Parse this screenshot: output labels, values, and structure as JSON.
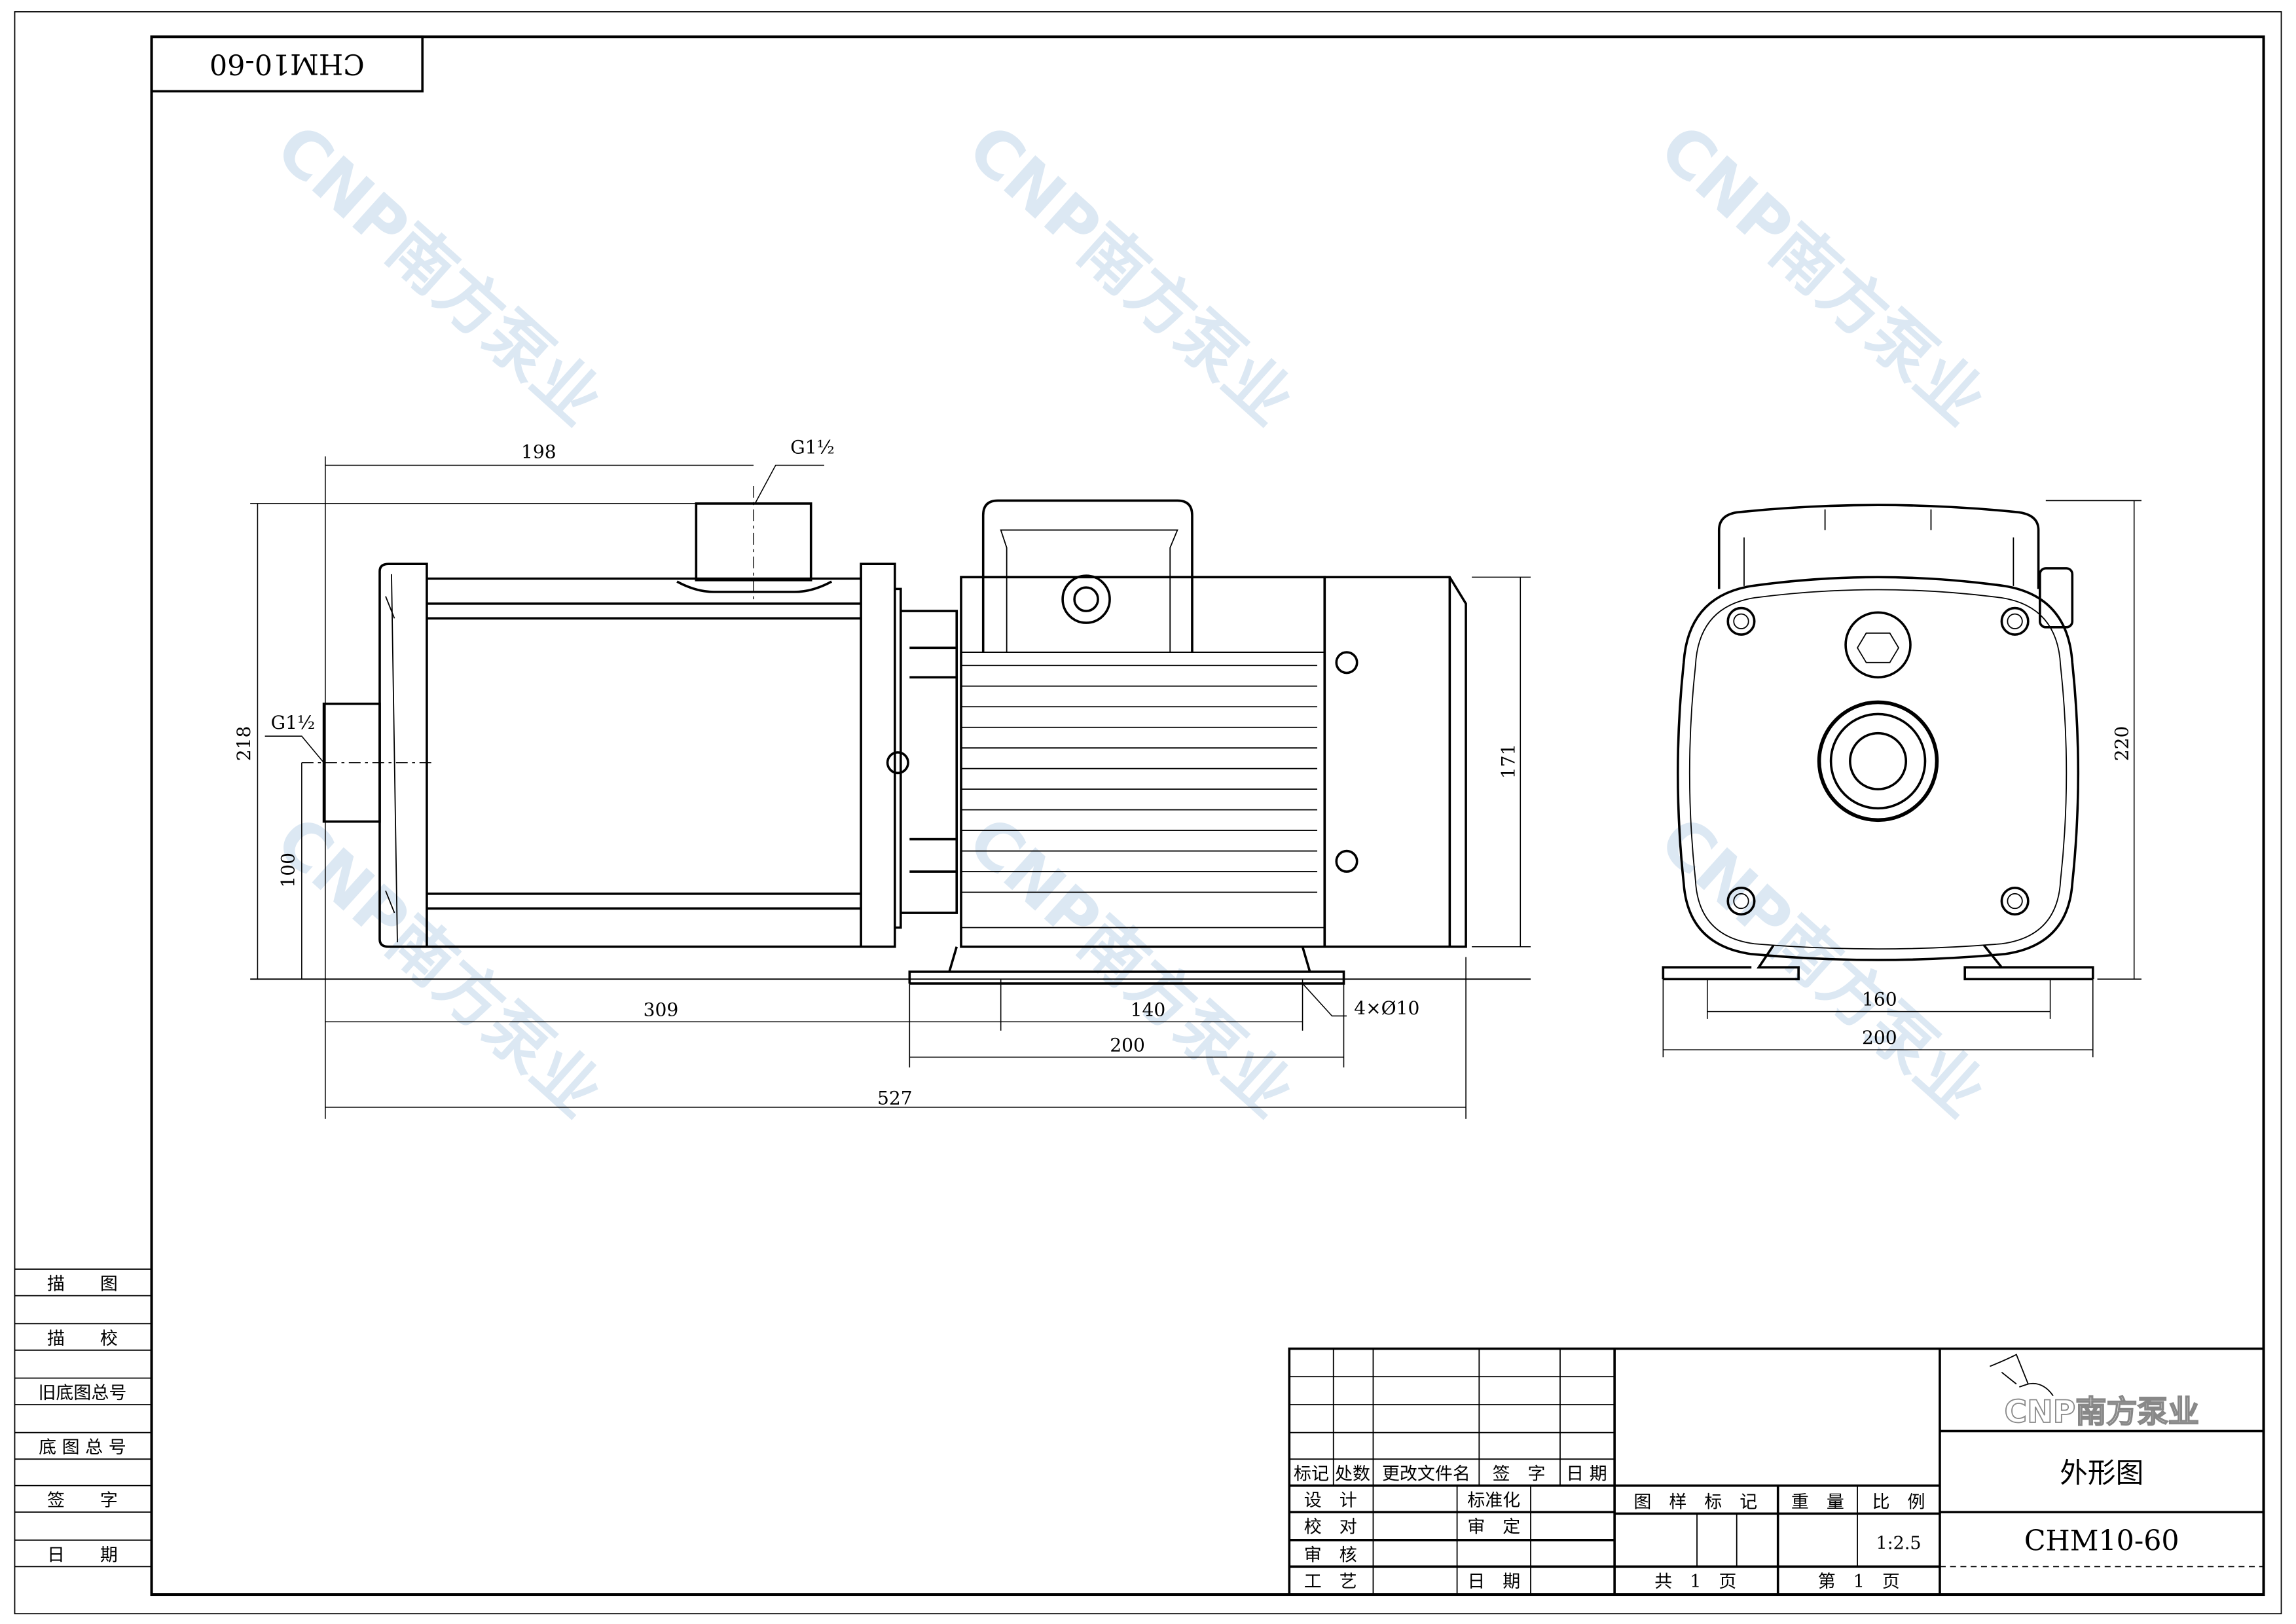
{
  "drawing": {
    "mirrored_code": "CHM10-60",
    "title": "外形图",
    "model": "CHM10-60",
    "scale": "1:2.5",
    "brand_logo": "CNP南方泵业",
    "watermark": "CNP南方泵业"
  },
  "dimensions": {
    "outlet_offset": "198",
    "outlet_thread": "G1½",
    "inlet_thread": "G1½",
    "total_height": "218",
    "inlet_height": "100",
    "motor_height": "171",
    "inlet_to_foot": "309",
    "foot_hole_spacing": "140",
    "foot_length": "200",
    "total_length": "527",
    "mount_holes": "4×Ø10",
    "end_height": "220",
    "end_hole_spacing": "160",
    "end_foot_width": "200"
  },
  "left_column": [
    "描　　图",
    "描　　校",
    "旧底图总号",
    "底 图 总 号",
    "签　　字",
    "日　　期"
  ],
  "title_block": {
    "rev_headers": [
      "标记",
      "处数",
      "更改文件名",
      "签　字",
      "日 期"
    ],
    "roles_left": [
      "设　计",
      "校　对",
      "审　核",
      "工　艺"
    ],
    "roles_right": [
      "标准化",
      "审　定",
      "",
      "日　期"
    ],
    "sample_mark": "图　样　标　记",
    "weight": "重　量",
    "ratio": "比　例",
    "total_pages": "共　1　页",
    "page_no": "第　1　页"
  }
}
